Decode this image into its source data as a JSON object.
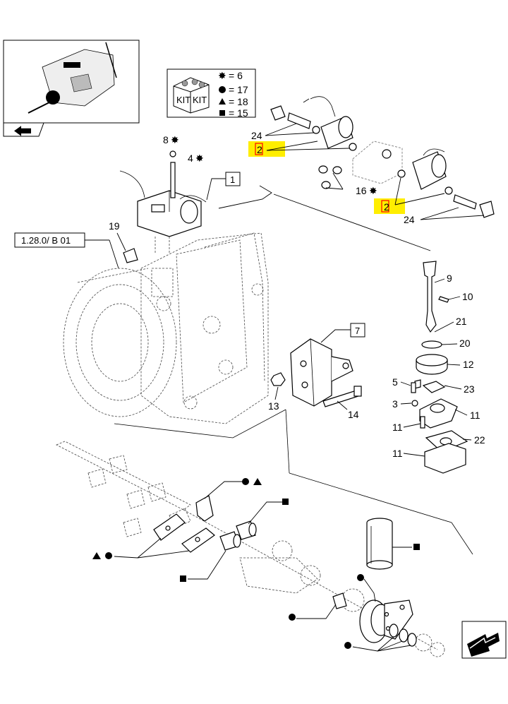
{
  "kit_legend": {
    "kit_label": "KIT",
    "rows": [
      {
        "symbol": "star",
        "text": "= 6"
      },
      {
        "symbol": "circle",
        "text": "= 17"
      },
      {
        "symbol": "triangle",
        "text": "= 18"
      },
      {
        "symbol": "square",
        "text": "= 15"
      }
    ]
  },
  "reference_box": "1.28.0/  B 01",
  "boxed_refs": {
    "ref1": "1",
    "ref7": "7"
  },
  "callouts": {
    "c8": "8",
    "c4": "4",
    "c19": "19",
    "c24a": "24",
    "c2a": "2",
    "c2b": "2",
    "c16": "16",
    "c24b": "24",
    "c9": "9",
    "c10": "10",
    "c21": "21",
    "c20": "20",
    "c12": "12",
    "c5": "5",
    "c23": "23",
    "c3": "3",
    "c11a": "11",
    "c11b": "11",
    "c22": "22",
    "c11c": "11",
    "c13": "13",
    "c14": "14"
  },
  "highlight_color": "#ffee00",
  "highlight_box_color": "#ff0000",
  "icons": {
    "top_left_thumbnail": "transmission-thumbnail",
    "nav_prev": "arrow-prev-icon",
    "nav_next": "arrow-next-icon"
  }
}
